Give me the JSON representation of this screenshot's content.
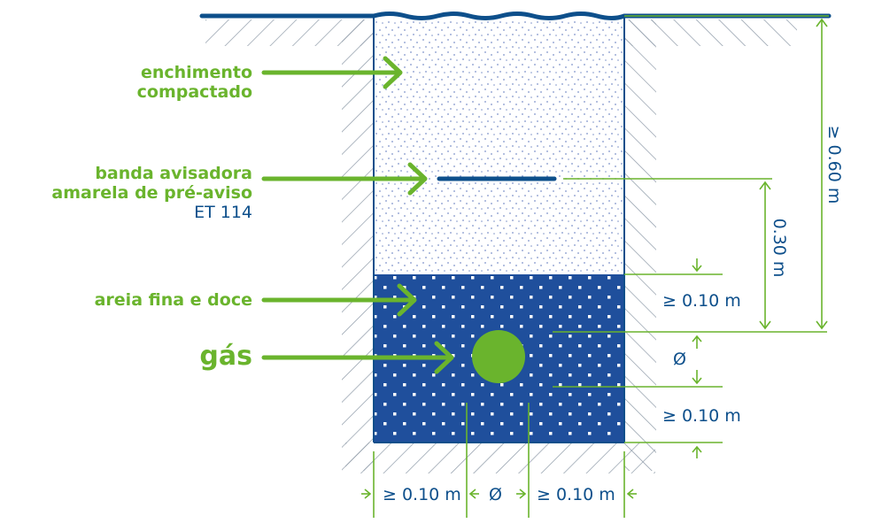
{
  "labels": {
    "fill_line1": "enchimento",
    "fill_line2": "compactado",
    "tape_line1": "banda avisadora",
    "tape_line2": "amarela de pré-aviso",
    "tape_line3": "ET 114",
    "sand": "areia fina e doce",
    "gas": "gás"
  },
  "dimensions": {
    "min_depth": "≥ 0.60 m",
    "tape_height": "0.30 m",
    "sand_above_pipe": "≥ 0.10 m",
    "pipe_diameter": "Ø",
    "sand_below_pipe": "≥ 0.10 m",
    "bottom_left": "≥ 0.10 m",
    "bottom_diameter": "Ø",
    "bottom_right": "≥ 0.10 m"
  },
  "colors": {
    "green": "#6ab42d",
    "blue": "#0d4f8b",
    "sand": "#1f4f9c",
    "hatch": "#8e9aa8"
  }
}
